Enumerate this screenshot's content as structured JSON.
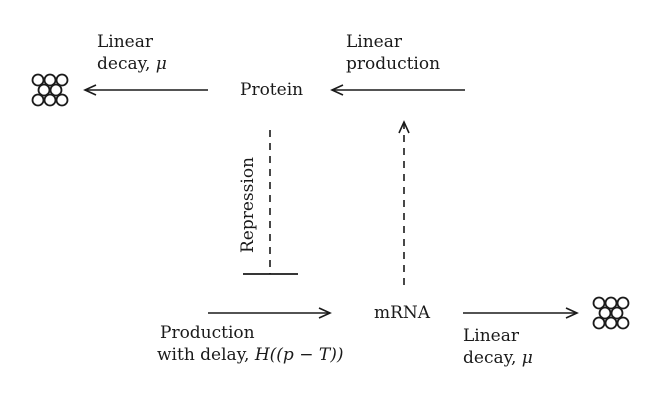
{
  "nodes": {
    "protein": "Protein",
    "mrna": "mRNA"
  },
  "labels": {
    "protein_decay": {
      "line1": "Linear",
      "line2_text": "decay, ",
      "line2_symbol": "μ"
    },
    "protein_production": {
      "line1": "Linear",
      "line2": "production"
    },
    "repression": "Repression",
    "mrna_production": {
      "line1": "Production",
      "line2_text": "with delay, ",
      "line2_formula": "H((p − T))"
    },
    "mrna_decay": {
      "line1": "Linear",
      "line2_text": "decay, ",
      "line2_symbol": "μ"
    }
  },
  "icons": {
    "degraded_protein": "degradation-cluster-icon",
    "degraded_mrna": "degradation-cluster-icon"
  },
  "colors": {
    "ink": "#1a1a1a",
    "background": "#ffffff"
  }
}
